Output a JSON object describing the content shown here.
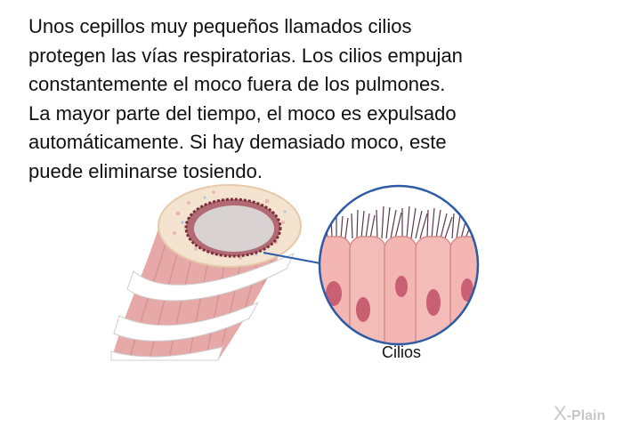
{
  "paragraph": {
    "lines": [
      "Unos cepillos muy pequeños llamados cilios",
      "protegen las vías respiratorias. Los cilios empujan",
      "constantemente el moco fuera de los pulmones.",
      "La mayor parte del tiempo, el moco es expulsado",
      "automáticamente. Si hay demasiado moco, este",
      "puede eliminarse tosiendo."
    ]
  },
  "illustration": {
    "caption": "Cilios"
  },
  "brand": {
    "logo_mark": "X",
    "logo_text": "-Plain"
  },
  "colors": {
    "text": "#111111",
    "muscle": "#e3a4a4",
    "wrap": "#ffffff",
    "cell": "#f2b4b0",
    "nucleus": "#c4566b",
    "circle_border": "#2e5ba8",
    "logo": "#c8c8c8"
  }
}
